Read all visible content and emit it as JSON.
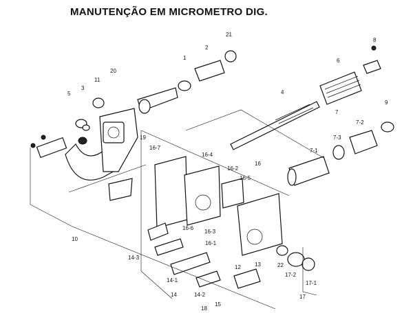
{
  "title": "MANUTENÇÃO EM MICROMETRO DIG.",
  "colors": {
    "ink": "#111111",
    "background": "#ffffff"
  },
  "labels": {
    "l1": "1",
    "l2": "2",
    "l3": "3",
    "l4": "4",
    "l5": "5",
    "l6": "6",
    "l7": "7",
    "l7_1": "7-1",
    "l7_2": "7-2",
    "l7_3": "7-3",
    "l8": "8",
    "l9": "9",
    "l10": "10",
    "l11": "11",
    "l12": "12",
    "l13": "13",
    "l14": "14",
    "l14_1": "14-1",
    "l14_2": "14-2",
    "l14_3": "14-3",
    "l15": "15",
    "l16": "16",
    "l16_1": "16-1",
    "l16_2": "16-2",
    "l16_3": "16-3",
    "l16_4": "16-4",
    "l16_5": "16-5",
    "l16_6": "16-6",
    "l16_7": "16-7",
    "l17": "17",
    "l17_1": "17-1",
    "l17_2": "17-2",
    "l19": "19",
    "l20": "20",
    "l21": "21",
    "l22": "22",
    "l18": "18"
  }
}
